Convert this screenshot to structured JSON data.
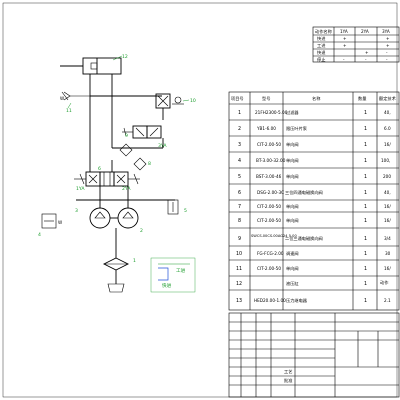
{
  "action_table": {
    "headers": [
      "动作名称",
      "1YA",
      "2YA",
      "3YA"
    ],
    "rows": [
      [
        "快进",
        "+",
        "",
        "+"
      ],
      [
        "工进",
        "+",
        "",
        "+"
      ],
      [
        "快退",
        "",
        "+",
        "-"
      ],
      [
        "停止",
        "-",
        "-",
        "-"
      ]
    ]
  },
  "parts_table": {
    "headers": [
      "项目号",
      "型号",
      "名称",
      "数量",
      "额定技术"
    ],
    "rows": [
      [
        "1",
        "21FH2300-5.00",
        "过滤器",
        "1",
        "40,"
      ],
      [
        "2",
        "YB1-6.00",
        "限压叶片泵",
        "1",
        "6.0"
      ],
      [
        "3",
        "CIT-2.00-50",
        "单向阀",
        "1",
        "16/"
      ],
      [
        "4",
        "BT-3.00-32.00",
        "单向阀",
        "1",
        "100,"
      ],
      [
        "5",
        "BST-3.00-46",
        "单向阀",
        "1",
        "200"
      ],
      [
        "6",
        "DSG-2.00-3C",
        "三位四通电磁换向阀",
        "1",
        "40,"
      ],
      [
        "7",
        "CIT-2.00-50",
        "单向阀",
        "1",
        "16/"
      ],
      [
        "8",
        "CIT-2.00-50",
        "单向阀",
        "1",
        "16/"
      ],
      [
        "9",
        "SWCS.00CS.00AG24 5.00",
        "二位三通电磁换向阀",
        "1",
        "3/4"
      ],
      [
        "10",
        "FG-FCG-2.00",
        "调速阀",
        "1",
        "30"
      ],
      [
        "11",
        "CIT-2.00-50",
        "单向阀",
        "1",
        "16/"
      ],
      [
        "12",
        "",
        "液压缸",
        "1",
        ""
      ],
      [
        "",
        "",
        "",
        "",
        "动作"
      ],
      [
        "13",
        "HED20.00-1.00",
        "压力继电器",
        "1",
        "2.1"
      ]
    ]
  },
  "labels": {
    "cyl": "12",
    "v11": "11",
    "v10": "10",
    "v9": "9",
    "v8": "8",
    "v6": "6",
    "v5": "5",
    "v4": "4",
    "v3": "3",
    "v2": "2",
    "v1": "1",
    "sol3": "3YA",
    "sol1": "1YA",
    "sol2": "2YA"
  },
  "cycle_legend": {
    "work": "工进",
    "fast": "快进"
  },
  "title_block": {
    "r1": "工艺",
    "r2": "批准"
  },
  "colors": {
    "line": "#000000",
    "annotation": "#1a9c2b",
    "fluid": "#2050d8"
  }
}
